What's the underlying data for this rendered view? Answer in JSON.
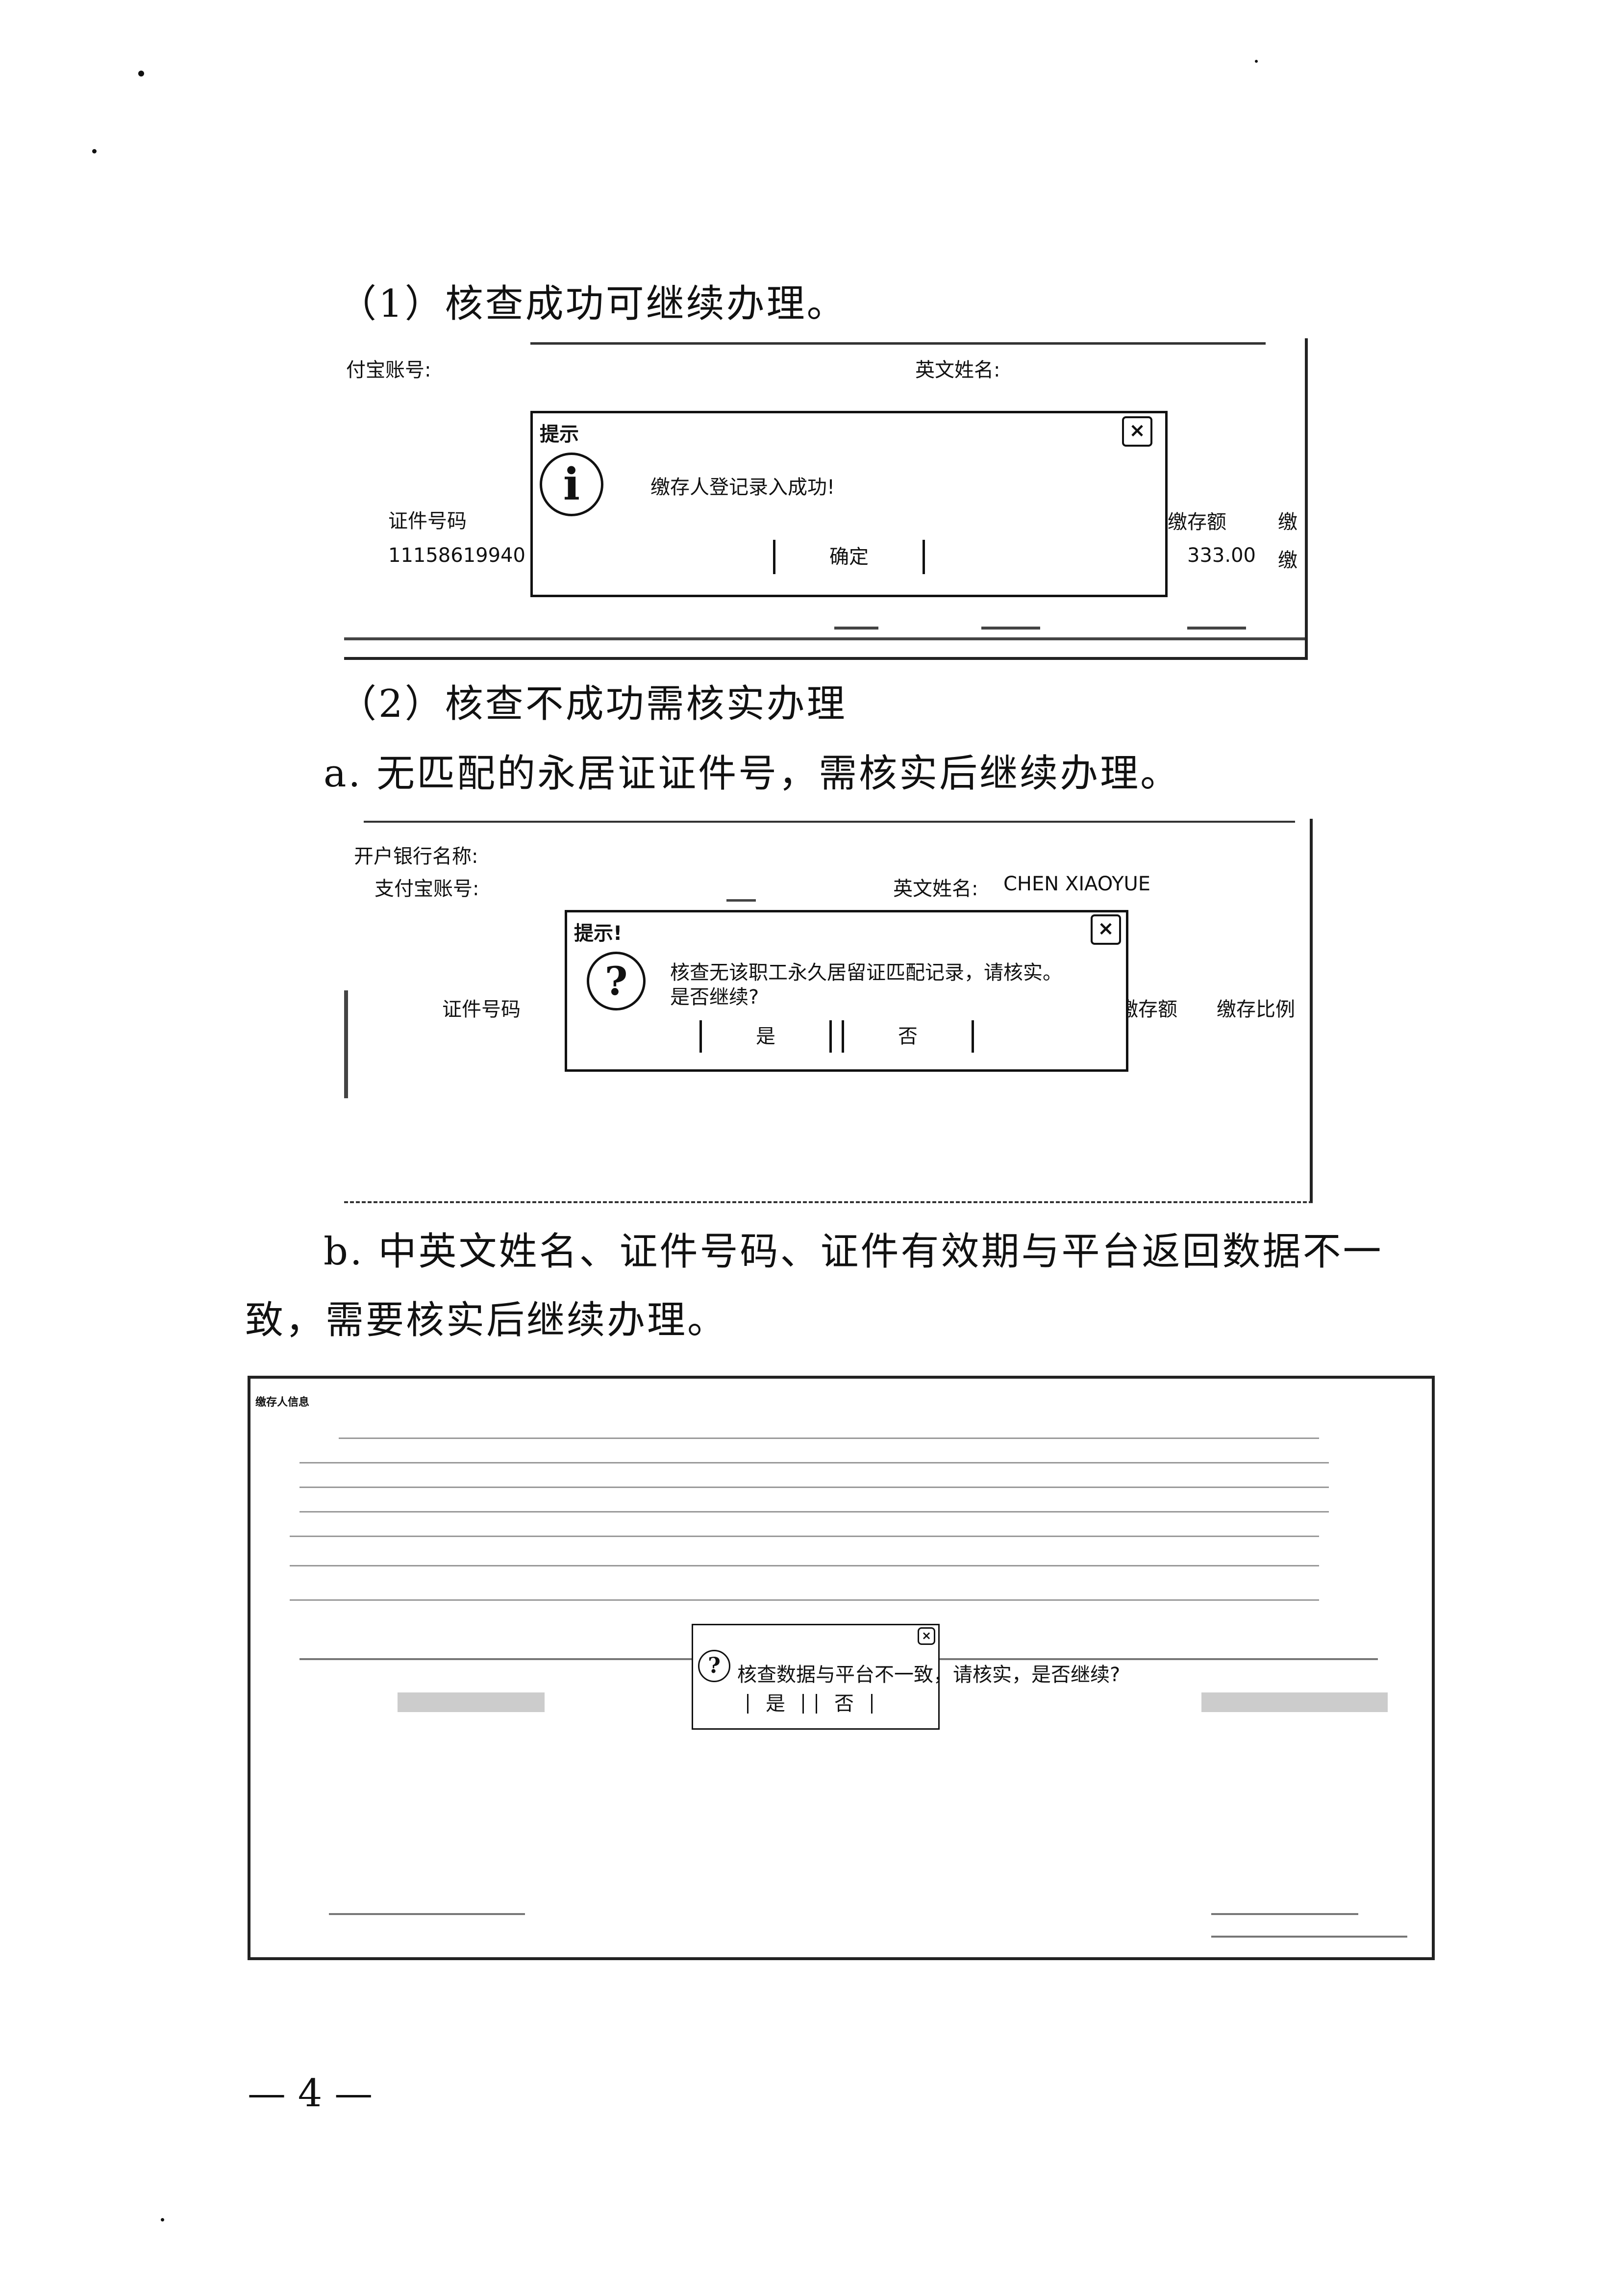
{
  "paragraphs": {
    "p1": "（1）核查成功可继续办理。",
    "p2": "（2）核查不成功需核实办理",
    "p3": "a. 无匹配的永居证证件号，需核实后继续办理。",
    "p4a": "b. 中英文姓名、证件号码、证件有效期与平台返回数据不一",
    "p4b": "致，需要核实后继续办理。"
  },
  "shot1": {
    "labels": {
      "alipay": "付宝账号:",
      "en_name": "英文姓名:",
      "id_no_header": "证件号码",
      "id_no_value": "11158619940",
      "amount_header": "缴存额",
      "amount_header2": "缴",
      "amount_value": "333.00",
      "amount_value2": "缴"
    },
    "dialog": {
      "title": "提示",
      "message": "缴存人登记录入成功!",
      "ok_button": "确定"
    }
  },
  "shot2": {
    "labels": {
      "bank": "开户银行名称:",
      "alipay": "支付宝账号:",
      "en_name_label": "英文姓名:",
      "en_name_value": "CHEN XIAOYUE",
      "id_header": "证件号码",
      "amount_header": "缴存额",
      "ratio_header": "缴存比例"
    },
    "dialog": {
      "title": "提示!",
      "message_line1": "核查无该职工永久居留证匹配记录，请核实。",
      "message_line2": "是否继续?",
      "yes_button": "是",
      "no_button": "否"
    }
  },
  "shot3": {
    "header": "缴存人信息",
    "dialog": {
      "message": "核查数据与平台不一致，请核实，是否继续?",
      "yes_button": "是",
      "no_button": "否"
    }
  },
  "page_number": "— 4 —"
}
